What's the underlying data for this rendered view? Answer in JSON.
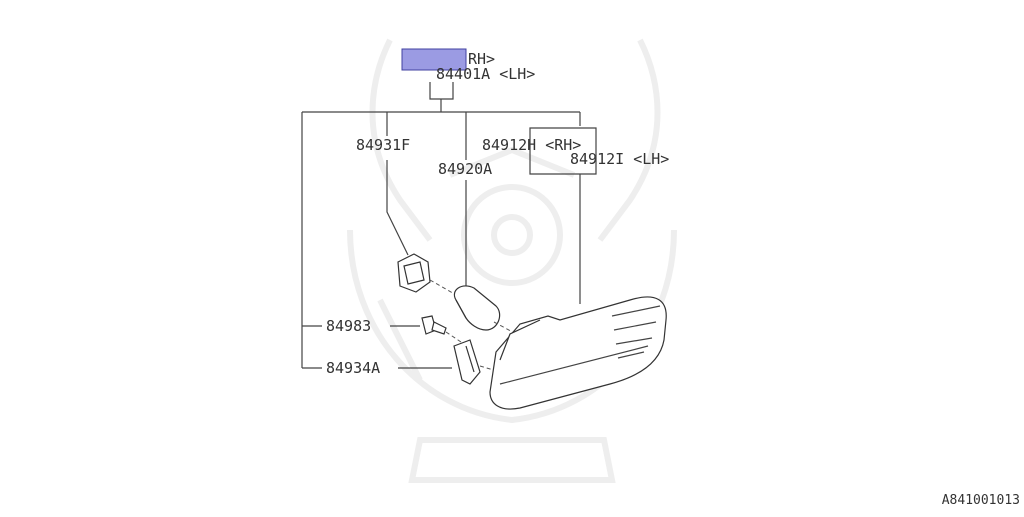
{
  "labels": {
    "assembly_rh": "RH>",
    "assembly_lh": "84401A <LH>",
    "socket": "84931F",
    "bulb": "84920A",
    "lens_rh": "84912H <RH>",
    "lens_lh": "84912I <LH>",
    "screw": "84983",
    "clip": "84934A"
  },
  "diagram_code": "A841001013",
  "colors": {
    "highlight": "#9b9be3",
    "highlight_border": "#4040a0",
    "line": "#444444"
  }
}
